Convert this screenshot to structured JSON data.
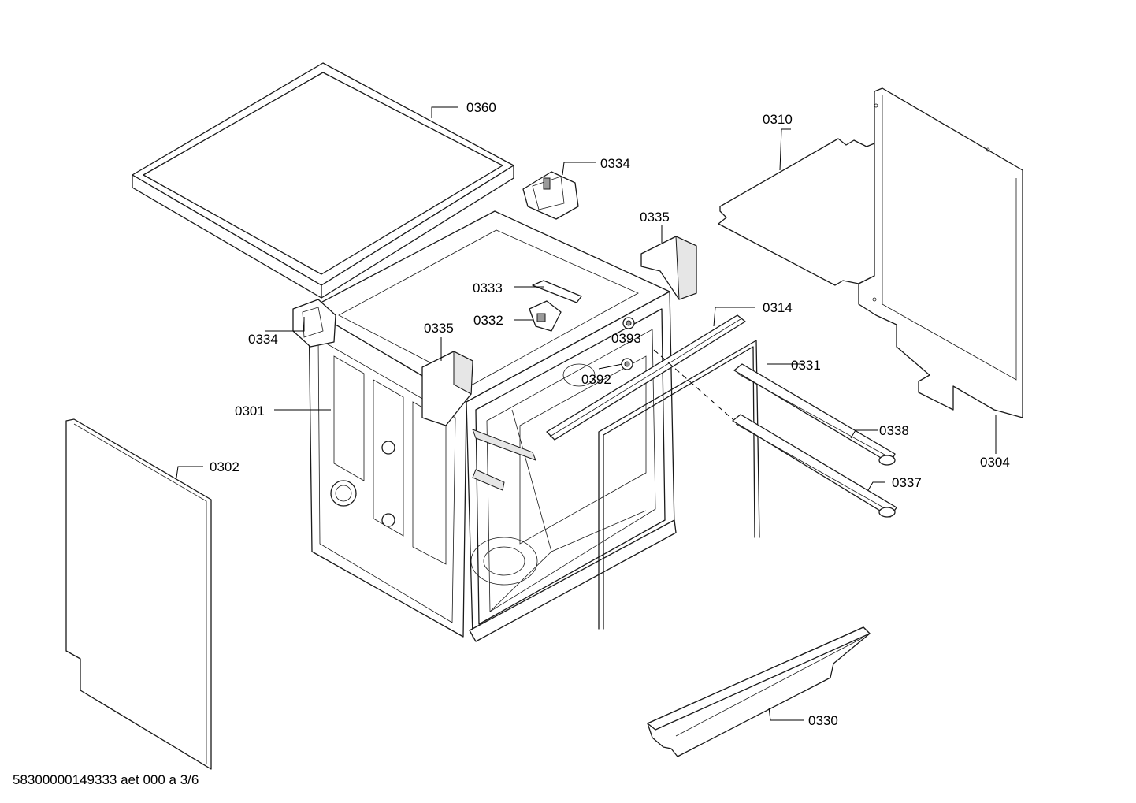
{
  "labels": {
    "p0360": "0360",
    "p0334_top": "0334",
    "p0335_right": "0335",
    "p0310": "0310",
    "p0333": "0333",
    "p0332": "0332",
    "p0334_left": "0334",
    "p0335_left": "0335",
    "p0393": "0393",
    "p0314": "0314",
    "p0392": "0392",
    "p0331": "0331",
    "p0301": "0301",
    "p0338": "0338",
    "p0304": "0304",
    "p0302": "0302",
    "p0337": "0337",
    "p0330": "0330"
  },
  "footer": "58300000149333 aet 000 a 3/6"
}
